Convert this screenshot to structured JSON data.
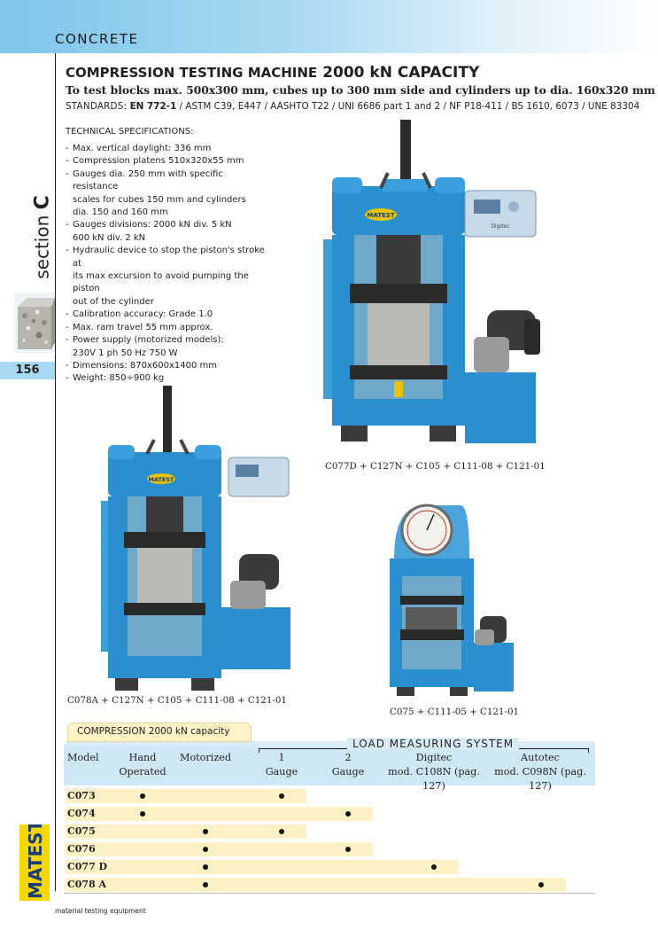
{
  "header": {
    "section_name": "CONCRETE"
  },
  "sidebar": {
    "section_word": "section",
    "section_letter": "C",
    "page_number": "156"
  },
  "product": {
    "title": "COMPRESSION TESTING MACHINE",
    "capacity": "2000 kN CAPACITY",
    "subtitle": "To test blocks max. 500x300 mm, cubes up to 300 mm side and cylinders up to dia. 160x320 mm",
    "standards_label": "STANDARDS:",
    "standards_primary": "EN 772-1",
    "standards_rest": "/ ASTM C39, E447 / AASHTO T22 / UNI 6686 part 1 and 2 / NF P18-411 / BS 1610, 6073 / UNE 83304"
  },
  "specs": {
    "heading": "TECHNICAL SPECIFICATIONS:",
    "items": [
      "Max. vertical daylight: 336 mm",
      "Compression platens 510x320x55 mm",
      "Gauges dia. 250 mm with specific resistance\nscales for cubes 150 mm and cylinders\ndia. 150 and 160 mm",
      "Gauges divisions: 2000 kN div. 5 kN\n600 kN div. 2 kN",
      "Hydraulic device to stop the piston's stroke at\nits max excursion to avoid pumping the piston\nout of the cylinder",
      "Calibration accuracy: Grade 1.0",
      "Max. ram travel 55 mm approx.",
      "Power supply (motorized models):\n230V  1 ph  50 Hz 750 W",
      "Dimensions: 870x600x1400 mm",
      "Weight: 850÷900 kg"
    ]
  },
  "machines": [
    {
      "caption": "C077D + C127N + C105 + C111-08 + C121-01",
      "control_brand": "MATEST",
      "panel_label": "Digitec"
    },
    {
      "caption": "C078A + C127N + C105 + C111-08 + C121-01",
      "control_brand": "MATEST"
    },
    {
      "caption": "C075 + C111-05 + C121-01"
    }
  ],
  "table": {
    "tab_label": "COMPRESSION 2000 kN capacity",
    "group_label": "LOAD MEASURING SYSTEM",
    "columns": [
      {
        "line1": "Model",
        "line2": ""
      },
      {
        "line1": "Hand",
        "line2": "Operated"
      },
      {
        "line1": "Motorized",
        "line2": ""
      },
      {
        "line1": "1",
        "line2": "Gauge"
      },
      {
        "line1": "2",
        "line2": "Gauge"
      },
      {
        "line1": "Digitec",
        "line2": "mod. C108N (pag. 127)"
      },
      {
        "line1": "Autotec",
        "line2": "mod. C098N (pag. 127)"
      }
    ],
    "rows": [
      {
        "model": "C073",
        "hand": true,
        "motorized": false,
        "gauge1": true,
        "gauge2": false,
        "digitec": false,
        "autotec": false
      },
      {
        "model": "C074",
        "hand": true,
        "motorized": false,
        "gauge1": false,
        "gauge2": true,
        "digitec": false,
        "autotec": false
      },
      {
        "model": "C075",
        "hand": false,
        "motorized": true,
        "gauge1": true,
        "gauge2": false,
        "digitec": false,
        "autotec": false
      },
      {
        "model": "C076",
        "hand": false,
        "motorized": true,
        "gauge1": false,
        "gauge2": true,
        "digitec": false,
        "autotec": false
      },
      {
        "model": "C077 D",
        "hand": false,
        "motorized": true,
        "gauge1": false,
        "gauge2": false,
        "digitec": true,
        "autotec": false
      },
      {
        "model": "C078 A",
        "hand": false,
        "motorized": true,
        "gauge1": false,
        "gauge2": false,
        "digitec": false,
        "autotec": true
      }
    ]
  },
  "branding": {
    "logo_text": "MATEST",
    "footer_text": "material testing equipment"
  },
  "colors": {
    "accent_blue": "#a9d9f2",
    "machine_blue": "#2a8fce",
    "row_highlight": "#fff1c6",
    "logo_yellow": "#f6d800"
  }
}
